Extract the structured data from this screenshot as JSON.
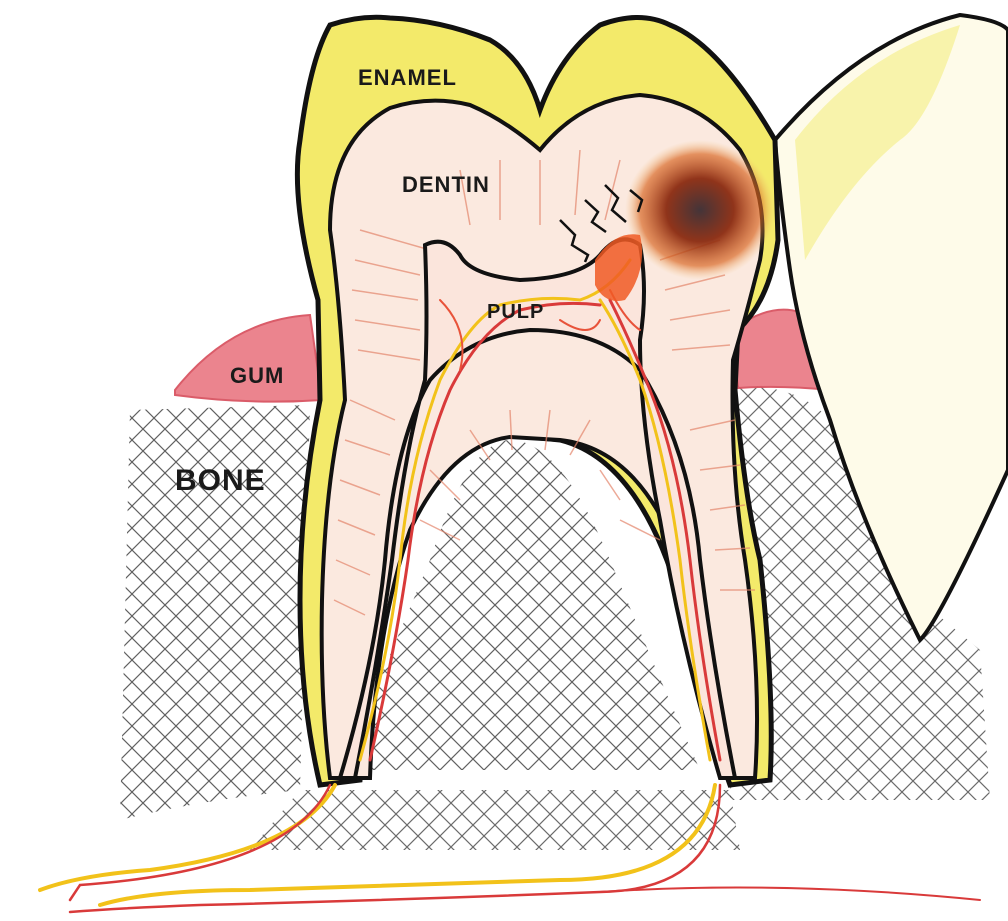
{
  "labels": {
    "enamel": "ENAMEL",
    "dentin": "DENTIN",
    "pulp": "PULP",
    "gum": "GUM",
    "bone": "BONE"
  },
  "colors": {
    "enamel": "#f3ea6a",
    "dentin": "#fbeee4",
    "dentin_stroke": "#e07a5a",
    "pulp": "#fbe7e0",
    "gum": "#e9707d",
    "nerve_yellow": "#f2c21a",
    "nerve_red": "#d93a3a",
    "decay": "#8a2a10",
    "outline": "#111111",
    "hatch": "#333333"
  }
}
